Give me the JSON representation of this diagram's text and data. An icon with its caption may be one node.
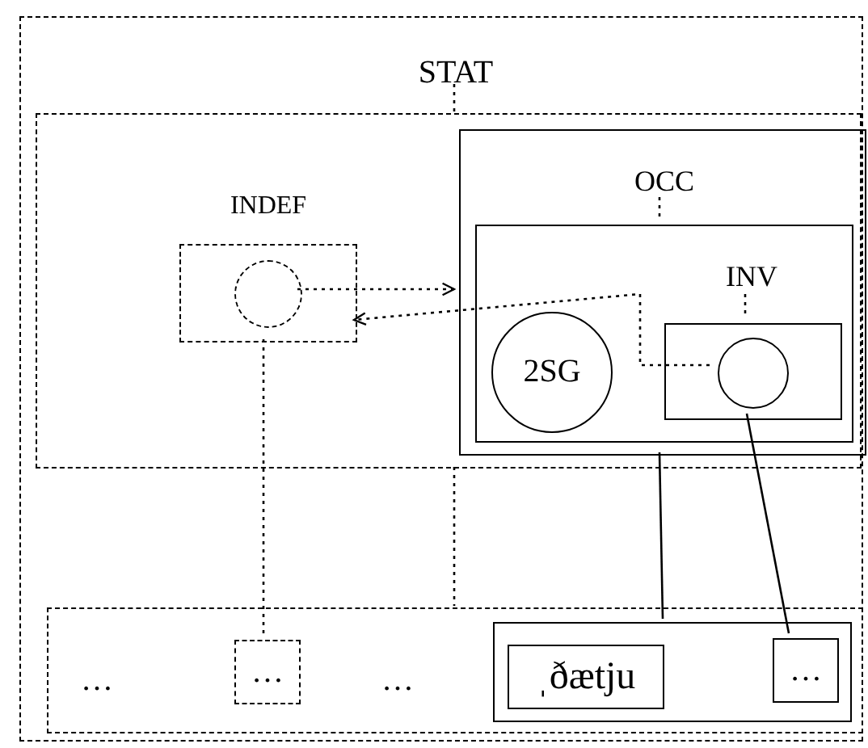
{
  "diagram": {
    "nodes": [
      {
        "text": [
          "STAT"
        ]
      },
      {
        "text": [],
        "shape": "box",
        "in": 0
      },
      {
        "text": [
          "INDEF"
        ],
        "in": 1
      },
      {
        "text": [],
        "shape": "circle",
        "in": 2
      },
      {
        "text": [
          "OCC"
        ],
        "in": 1
      },
      {
        "text": [
          "INV"
        ],
        "in": 4
      },
      {
        "text": [
          "2SG"
        ],
        "in": 5
      },
      {
        "text": [],
        "shape": "box",
        "in": 5
      },
      {
        "text": [],
        "shape": "circle",
        "in": 7
      },
      {
        "text": [],
        "shape": "box",
        "in": 0
      },
      {
        "text": [
          "…"
        ],
        "in": 9
      },
      {
        "text": [
          "…"
        ],
        "in": 9
      },
      {
        "text": [
          "…"
        ],
        "in": 9
      },
      {
        "text": [],
        "shape": "box",
        "in": 9
      },
      {
        "text": [
          "ˌðætju"
        ],
        "in": 13
      },
      {
        "text": [
          "…"
        ],
        "in": 13
      }
    ],
    "edges": [
      {
        "from": 0,
        "to": 1,
        "arrow": "none",
        "style": "dashed"
      },
      {
        "from": 4,
        "to": 5,
        "arrow": "none",
        "style": "dashed"
      },
      {
        "from": 5,
        "to": 7,
        "arrow": "none",
        "style": "dashed"
      },
      {
        "from": 3,
        "to": 4,
        "arrow": "to",
        "style": "dashed"
      },
      {
        "from": 8,
        "to": 2,
        "arrow": "to",
        "style": "dashed"
      },
      {
        "from": 2,
        "to": 11,
        "arrow": "none",
        "style": "dashed"
      },
      {
        "from": 1,
        "to": 9,
        "arrow": "none",
        "style": "dashed"
      },
      {
        "from": 4,
        "to": 13,
        "arrow": "none"
      },
      {
        "from": 7,
        "to": 15,
        "arrow": "none"
      }
    ]
  }
}
